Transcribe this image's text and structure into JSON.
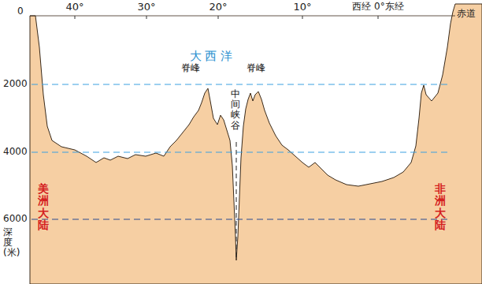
{
  "diagram": {
    "labels": [
      "40°",
      "30°",
      "20°",
      "10°",
      "西经 0°东经",
      "赤道",
      "0",
      "2000",
      "4000",
      "6000",
      "深度(米)",
      "大 西 洋",
      "脊峰",
      "脊峰",
      "中间峡谷",
      "美洲大陆",
      "非洲大陆"
    ]
  }
}
